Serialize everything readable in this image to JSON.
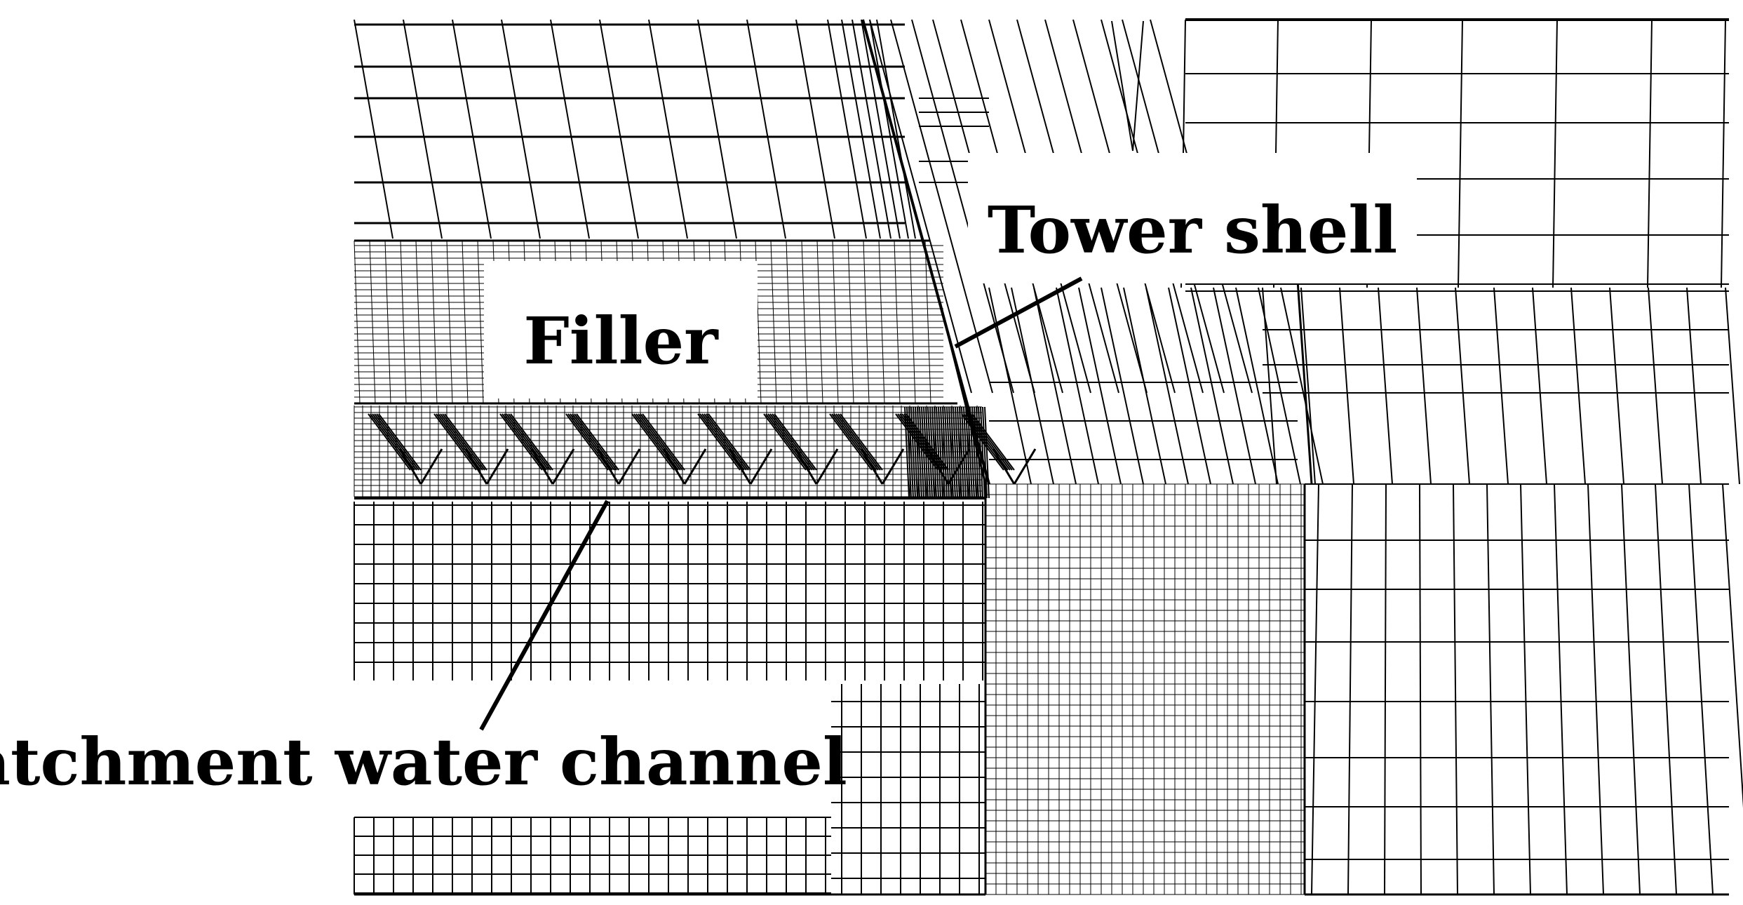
{
  "labels": {
    "tower_shell": "Tower shell",
    "filler": "Filler",
    "catchment_water_channel": "Catchment water channel"
  },
  "colors": {
    "background": "#ffffff",
    "mesh": "#000000",
    "text": "#000000"
  }
}
